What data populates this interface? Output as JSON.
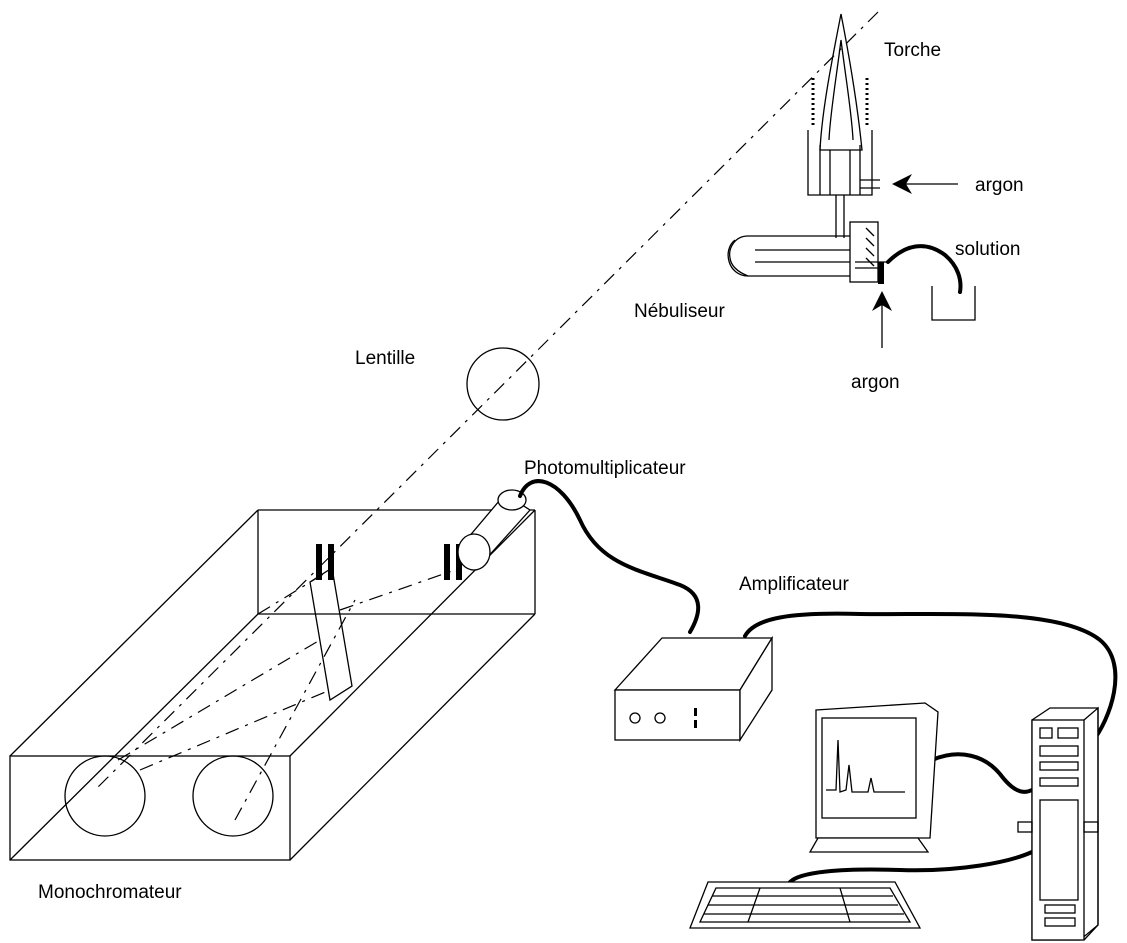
{
  "labels": {
    "torche": "Torche",
    "argon_top": "argon",
    "solution": "solution",
    "nebuliseur": "Nébuliseur",
    "argon_bottom": "argon",
    "lentille": "Lentille",
    "photomultiplicateur": "Photomultiplicateur",
    "amplificateur": "Amplificateur",
    "monochromateur": "Monochromateur"
  },
  "colors": {
    "stroke": "#000000",
    "background": "#ffffff"
  }
}
